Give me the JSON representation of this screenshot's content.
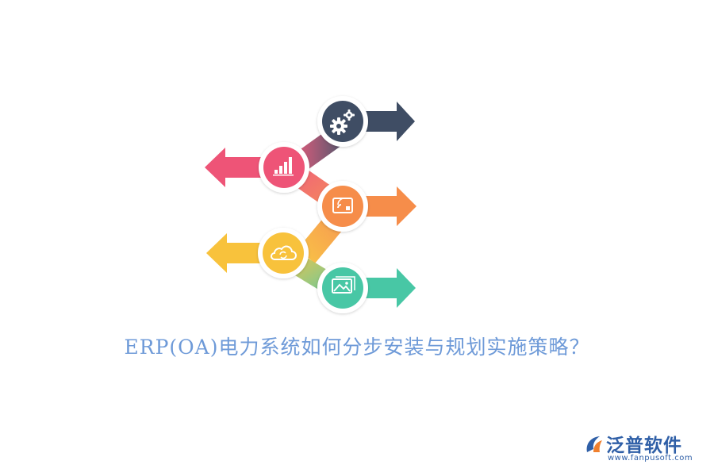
{
  "title": "ERP(OA)电力系统如何分步安装与规划实施策略？",
  "steps": [
    {
      "icon": "gears-icon",
      "direction": "right",
      "color": "#3f4d64"
    },
    {
      "icon": "bar-chart-icon",
      "direction": "left",
      "color": "#ee5477"
    },
    {
      "icon": "presentation-icon",
      "direction": "right",
      "color": "#f68d4a"
    },
    {
      "icon": "cloud-sync-icon",
      "direction": "left",
      "color": "#f8c23c"
    },
    {
      "icon": "gallery-icon",
      "direction": "right",
      "color": "#48c7a5"
    }
  ],
  "colors": {
    "title": "#6e9ad8",
    "brand": "#2f5fa7",
    "logo_accent": "#f0802e"
  },
  "logo": {
    "brand": "泛普软件",
    "site": "www.fanpusoft.com"
  }
}
